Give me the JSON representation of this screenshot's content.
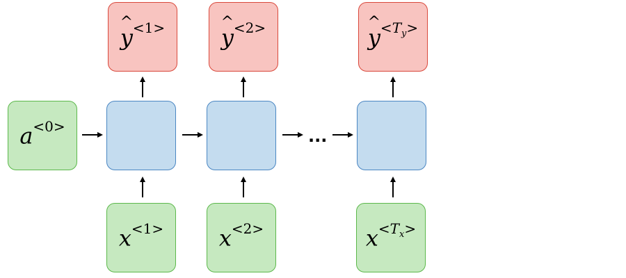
{
  "colors": {
    "input_fill": "#c6e9c0",
    "input_border": "#5bb84a",
    "output_fill": "#f8c4c0",
    "output_border": "#d9483b",
    "cell_fill": "#c4dcef",
    "cell_border": "#4a86c2"
  },
  "initial_activation": {
    "base": "a",
    "sup": "<0>"
  },
  "outputs": [
    {
      "base": "y",
      "sup": "<1>",
      "sup_sub": ""
    },
    {
      "base": "y",
      "sup": "<2>",
      "sup_sub": ""
    },
    {
      "base": "y",
      "sup_pre": "<",
      "sup_var": "T",
      "sup_sub": "y",
      "sup_post": ">"
    }
  ],
  "inputs": [
    {
      "base": "x",
      "sup": "<1>"
    },
    {
      "base": "x",
      "sup": "<2>"
    },
    {
      "base": "x",
      "sup_pre": "<",
      "sup_var": "T",
      "sup_sub": "x",
      "sup_post": ">"
    }
  ],
  "ellipsis": "..."
}
